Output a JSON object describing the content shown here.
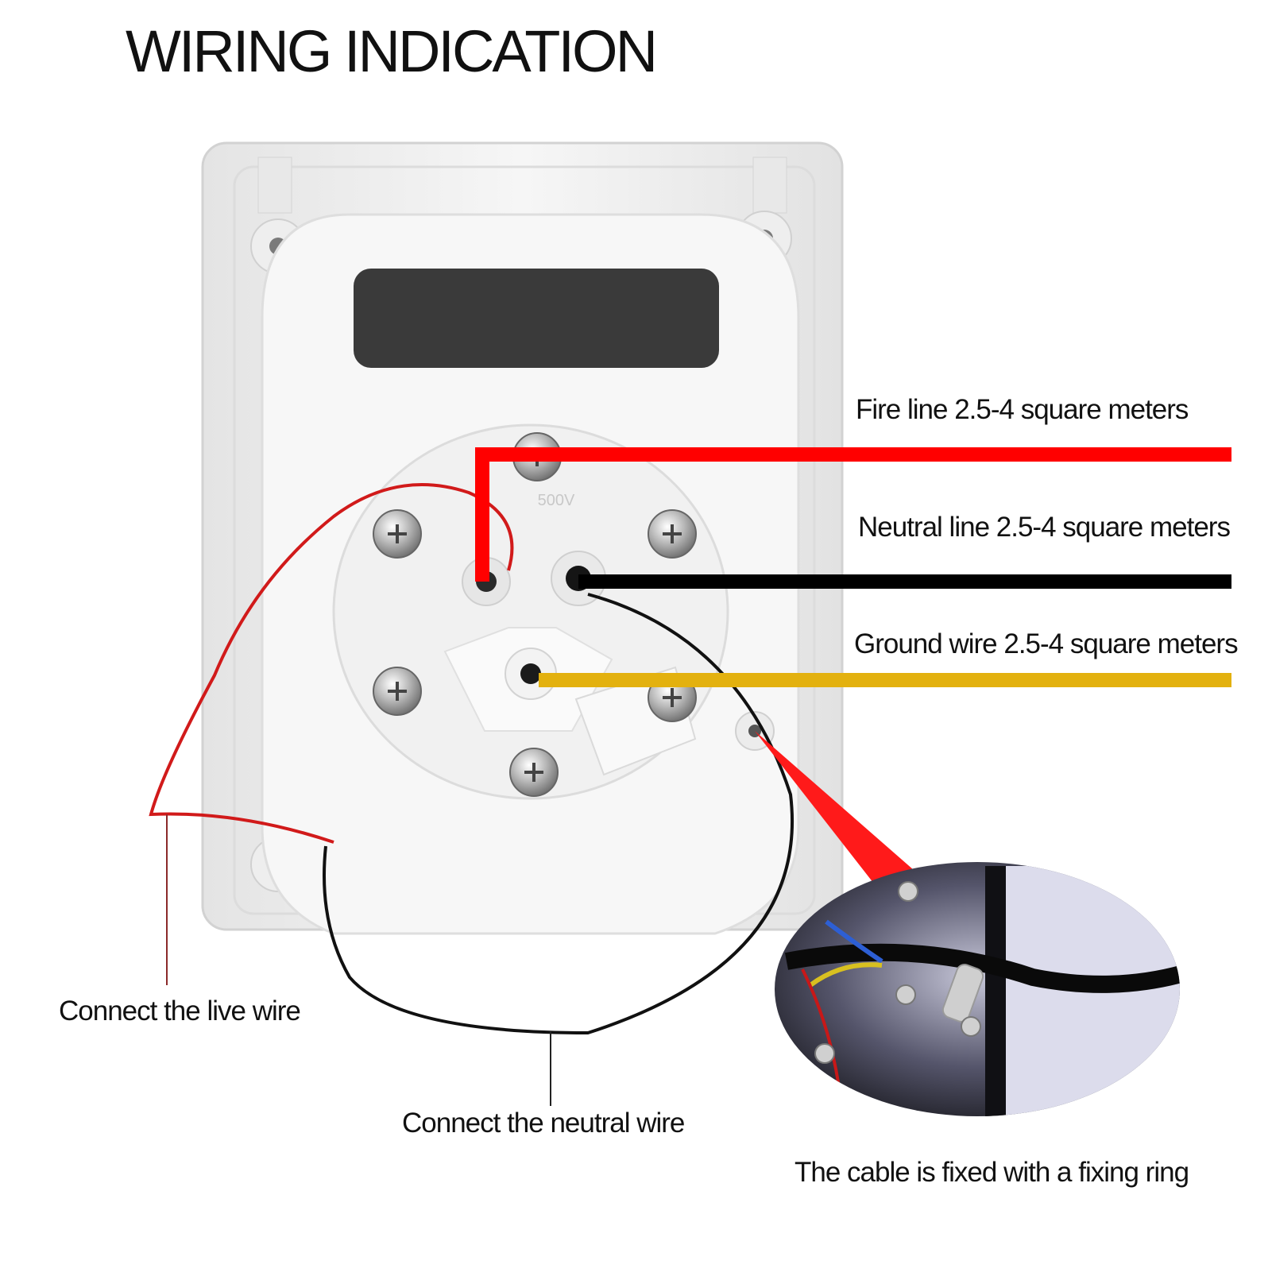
{
  "title": "WIRING INDICATION",
  "labels": {
    "fire_line": "Fire line 2.5-4 square meters",
    "neutral_line": "Neutral line 2.5-4 square meters",
    "ground_wire": "Ground wire 2.5-4 square meters",
    "live_wire": "Connect the live wire",
    "neutral_wire": "Connect the neutral wire",
    "fixing_ring": "The cable is fixed with a fixing ring"
  },
  "device": {
    "voltage_marking": "500V"
  },
  "colors": {
    "fire_line": "#ff0000",
    "neutral_line": "#000000",
    "ground_wire": "#e3b10f",
    "live_wire": "#d11a1a",
    "neutral_wire": "#111111",
    "housing": "#f2f2f2",
    "window": "#3a3a3a"
  }
}
